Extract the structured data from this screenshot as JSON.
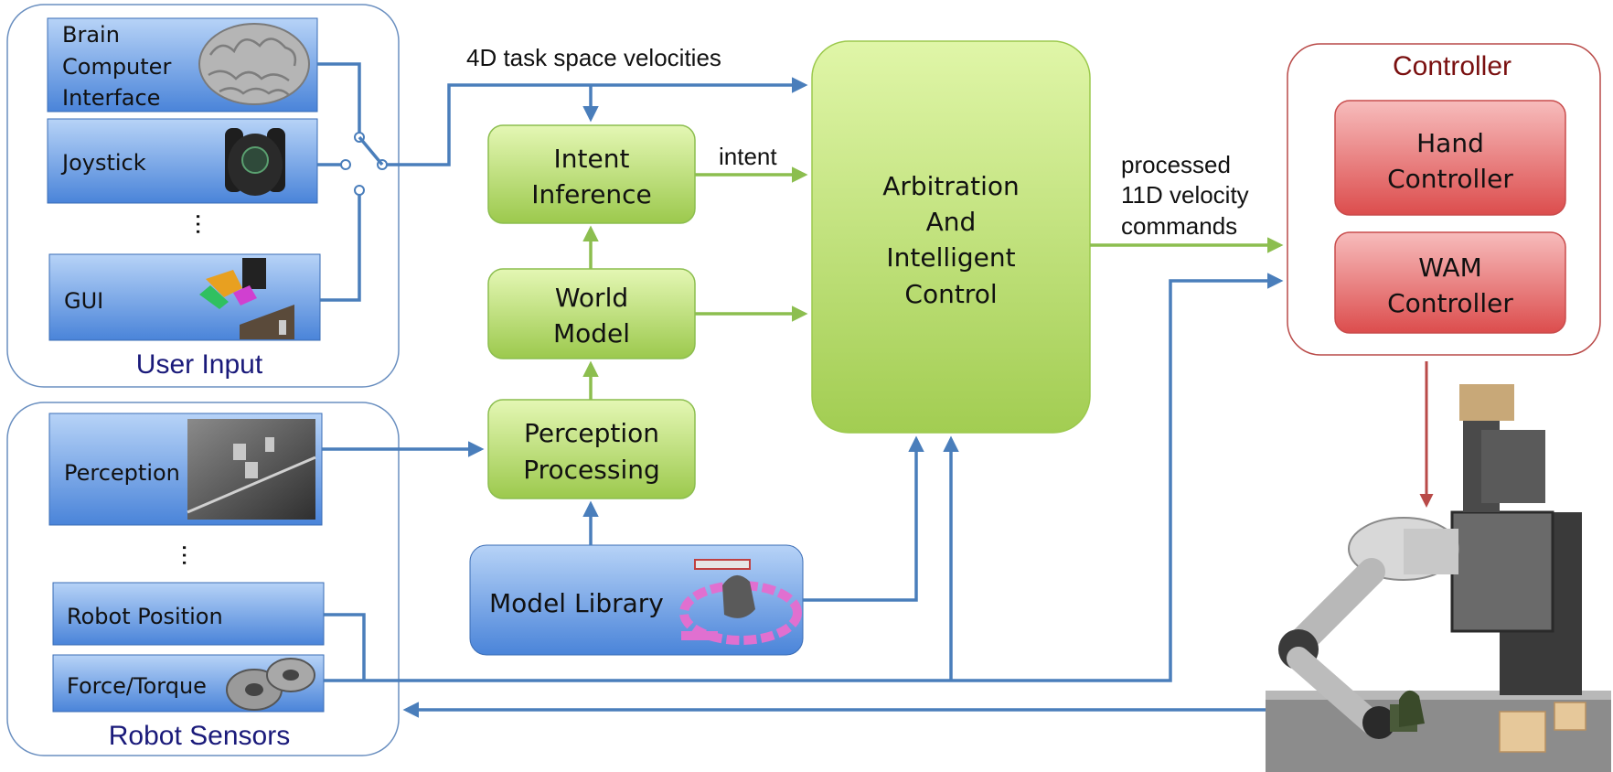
{
  "groups": {
    "user_input": "User Input",
    "robot_sensors": "Robot Sensors",
    "controller": "Controller"
  },
  "inputs": {
    "bci_line1": "Brain",
    "bci_line2": "Computer",
    "bci_line3": "Interface",
    "joystick": "Joystick",
    "gui": "GUI"
  },
  "sensors": {
    "perception": "Perception",
    "robot_position": "Robot Position",
    "force_torque": "Force/Torque"
  },
  "modules": {
    "intent_line1": "Intent",
    "intent_line2": "Inference",
    "world_line1": "World",
    "world_line2": "Model",
    "perception_line1": "Perception",
    "perception_line2": "Processing",
    "model_library": "Model Library",
    "arb_line1": "Arbitration",
    "arb_line2": "And",
    "arb_line3": "Intelligent",
    "arb_line4": "Control"
  },
  "controllers": {
    "hand_line1": "Hand",
    "hand_line2": "Controller",
    "wam_line1": "WAM",
    "wam_line2": "Controller"
  },
  "labels": {
    "velocities": "4D task space velocities",
    "intent": "intent",
    "processed_line1": "processed",
    "processed_line2": "11D velocity",
    "processed_line3": "commands"
  },
  "colors": {
    "blue_box_top": "#a9c8f2",
    "blue_box_bottom": "#4a84d9",
    "green_box_top": "#dcf3a6",
    "green_box_bottom": "#9cc94d",
    "red_box_top": "#f6b3b3",
    "red_box_bottom": "#dd5252",
    "blue_line": "#4a7ebb",
    "green_line": "#8cbe4f",
    "red_line": "#b94a48"
  }
}
